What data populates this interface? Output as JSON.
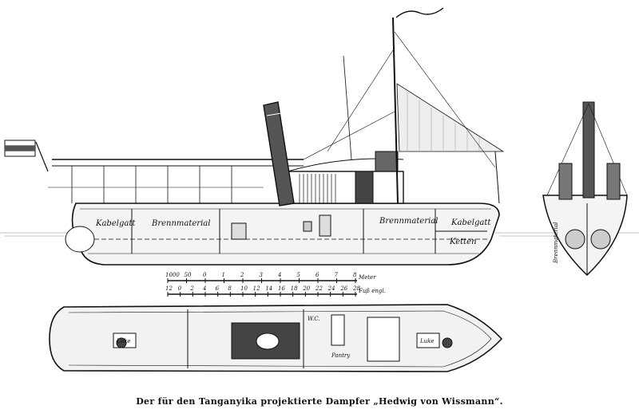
{
  "side_view": {
    "labels": [
      "Kabelgatt",
      "Brennmaterial",
      "Brennmaterial",
      "Kabelgatt",
      "Ketten"
    ]
  },
  "front_view": {
    "label": "Brennmaterial"
  },
  "scale": {
    "meters_ticks": [
      "1000",
      "50",
      "0",
      "1",
      "2",
      "3",
      "4",
      "5",
      "6",
      "7",
      "8"
    ],
    "meters_unit": "Meter",
    "feet_ticks": [
      "12",
      "0",
      "2",
      "4",
      "6",
      "8",
      "10",
      "12",
      "14",
      "16",
      "18",
      "20",
      "22",
      "24",
      "26",
      "28"
    ],
    "feet_unit": "Fuß engl."
  },
  "plan_view": {
    "labels": [
      "Luke",
      "W.C.",
      "Pantry",
      "Luke"
    ]
  },
  "caption": "Der für den Tanganyika projektierte Dampfer „Hedwig von Wissmann“."
}
